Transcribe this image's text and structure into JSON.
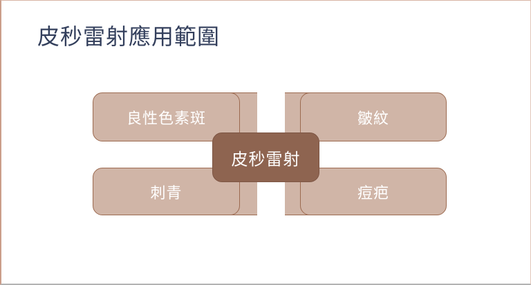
{
  "slide": {
    "title": "皮秒雷射應用範圍",
    "background_color": "#ffffff",
    "title_color": "#333f5c",
    "border_left_color": "#cb9e8a",
    "border_bottom_color": "#b3b3b3"
  },
  "diagram": {
    "type": "hub-and-spoke",
    "center": {
      "label": "皮秒雷射",
      "fill_color": "#8e6450",
      "border_color": "#7d5544",
      "text_color": "#ffffff"
    },
    "node_fill_color": "#d0b5a7",
    "node_border_color": "#9c6a50",
    "node_text_color": "#ffffff",
    "nodes": [
      {
        "id": "top-left",
        "label": "良性色素斑"
      },
      {
        "id": "top-right",
        "label": "皺紋"
      },
      {
        "id": "bottom-left",
        "label": "刺青"
      },
      {
        "id": "bottom-right",
        "label": "痘疤"
      }
    ]
  }
}
